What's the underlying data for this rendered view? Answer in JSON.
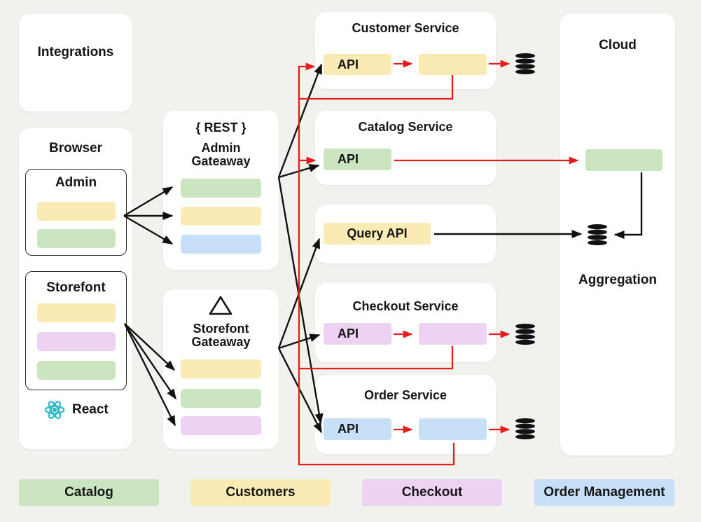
{
  "palette": {
    "background": "#F1F1EE",
    "panel": "#FFFFFF",
    "catalog_green": "#CBE5C1",
    "customers_yellow": "#FAEBB5",
    "checkout_purple": "#EDD2F4",
    "order_blue": "#C7E0F8",
    "arrow_black": "#111111",
    "arrow_red": "#E41C1C",
    "react_teal": "#2EB9C9"
  },
  "integrations": {
    "title": "Integrations"
  },
  "browser": {
    "title": "Browser",
    "admin": {
      "title": "Admin"
    },
    "storefront": {
      "title": "Storefont"
    },
    "react_label": "React"
  },
  "admin_gateway": {
    "badge": "{ REST }",
    "name_line1": "Admin",
    "name_line2": "Gateaway"
  },
  "storefront_gateway": {
    "name_line1": "Storefont",
    "name_line2": "Gateaway"
  },
  "services": {
    "customer": {
      "title": "Customer Service",
      "api_label": "API"
    },
    "catalog": {
      "title": "Catalog Service",
      "api_label": "API"
    },
    "query": {
      "api_label": "Query API"
    },
    "checkout": {
      "title": "Checkout Service",
      "api_label": "API"
    },
    "order": {
      "title": "Order Service",
      "api_label": "API"
    }
  },
  "cloud": {
    "title": "Cloud",
    "aggregation_label": "Aggregation"
  },
  "legend": [
    {
      "label": "Catalog",
      "color": "#CBE5C1"
    },
    {
      "label": "Customers",
      "color": "#FAEBB5"
    },
    {
      "label": "Checkout",
      "color": "#EDD2F4"
    },
    {
      "label": "Order Management",
      "color": "#C7E0F8"
    }
  ],
  "icons": {
    "react": "react-atom-icon",
    "storefront_gateway": "triangle-icon",
    "database": "database-icon"
  }
}
